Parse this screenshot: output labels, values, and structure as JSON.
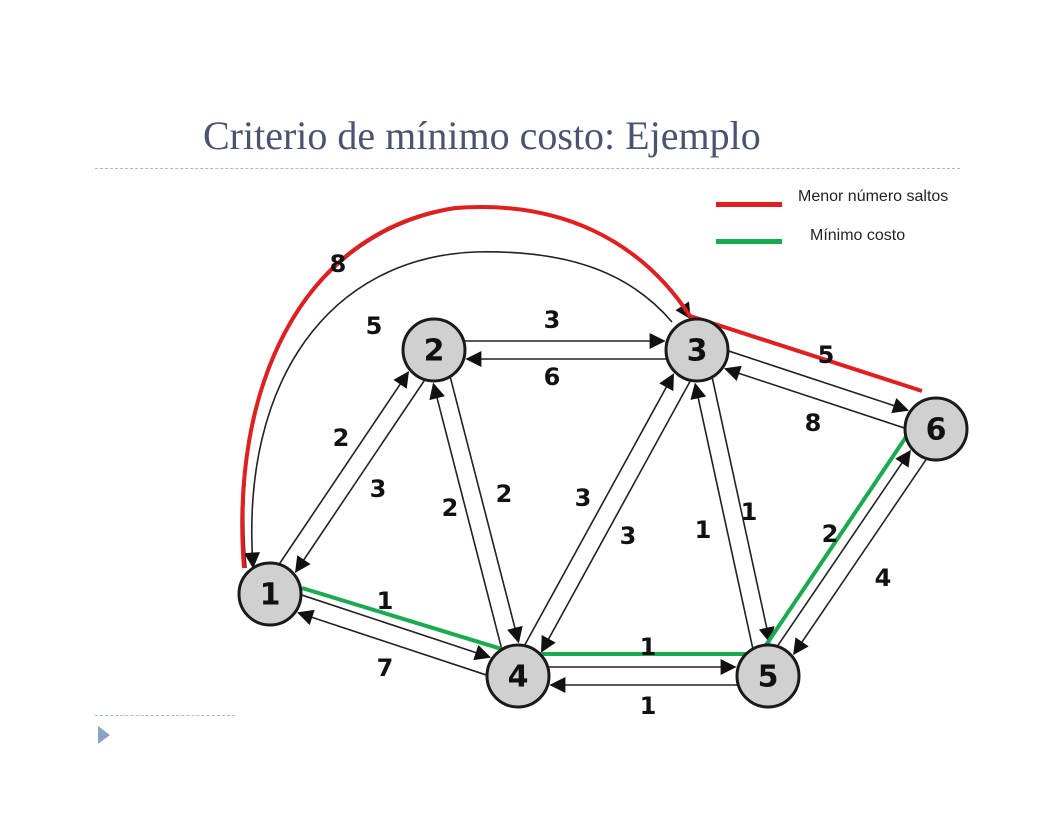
{
  "slide": {
    "title": "Criterio de mínimo costo: Ejemplo"
  },
  "legend": {
    "items": [
      {
        "label": "Menor número saltos",
        "color": "#e02020"
      },
      {
        "label": "Mínimo costo",
        "color": "#1aaa50"
      }
    ]
  },
  "graph": {
    "nodes": [
      {
        "id": "1",
        "label": "1"
      },
      {
        "id": "2",
        "label": "2"
      },
      {
        "id": "3",
        "label": "3"
      },
      {
        "id": "4",
        "label": "4"
      },
      {
        "id": "5",
        "label": "5"
      },
      {
        "id": "6",
        "label": "6"
      }
    ],
    "edges": [
      {
        "from": "1",
        "to": "2",
        "cost": "2"
      },
      {
        "from": "2",
        "to": "1",
        "cost": "3"
      },
      {
        "from": "1",
        "to": "3",
        "cost": "8"
      },
      {
        "from": "3",
        "to": "1",
        "cost": "5"
      },
      {
        "from": "1",
        "to": "4",
        "cost": "1"
      },
      {
        "from": "4",
        "to": "1",
        "cost": "7"
      },
      {
        "from": "2",
        "to": "3",
        "cost": "3"
      },
      {
        "from": "3",
        "to": "2",
        "cost": "6"
      },
      {
        "from": "2",
        "to": "4",
        "cost": "2"
      },
      {
        "from": "4",
        "to": "2",
        "cost": "2"
      },
      {
        "from": "3",
        "to": "4",
        "cost": "3"
      },
      {
        "from": "4",
        "to": "3",
        "cost": "3"
      },
      {
        "from": "3",
        "to": "5",
        "cost": "1"
      },
      {
        "from": "5",
        "to": "3",
        "cost": "1"
      },
      {
        "from": "3",
        "to": "6",
        "cost": "5"
      },
      {
        "from": "6",
        "to": "3",
        "cost": "8"
      },
      {
        "from": "4",
        "to": "5",
        "cost": "1"
      },
      {
        "from": "5",
        "to": "4",
        "cost": "1"
      },
      {
        "from": "5",
        "to": "6",
        "cost": "2"
      },
      {
        "from": "6",
        "to": "5",
        "cost": "4"
      }
    ],
    "paths": [
      {
        "name": "Menor número saltos",
        "nodes": [
          "1",
          "3",
          "6"
        ],
        "color": "#e02020"
      },
      {
        "name": "Mínimo costo",
        "nodes": [
          "1",
          "4",
          "5",
          "6"
        ],
        "color": "#1aaa50"
      }
    ]
  }
}
